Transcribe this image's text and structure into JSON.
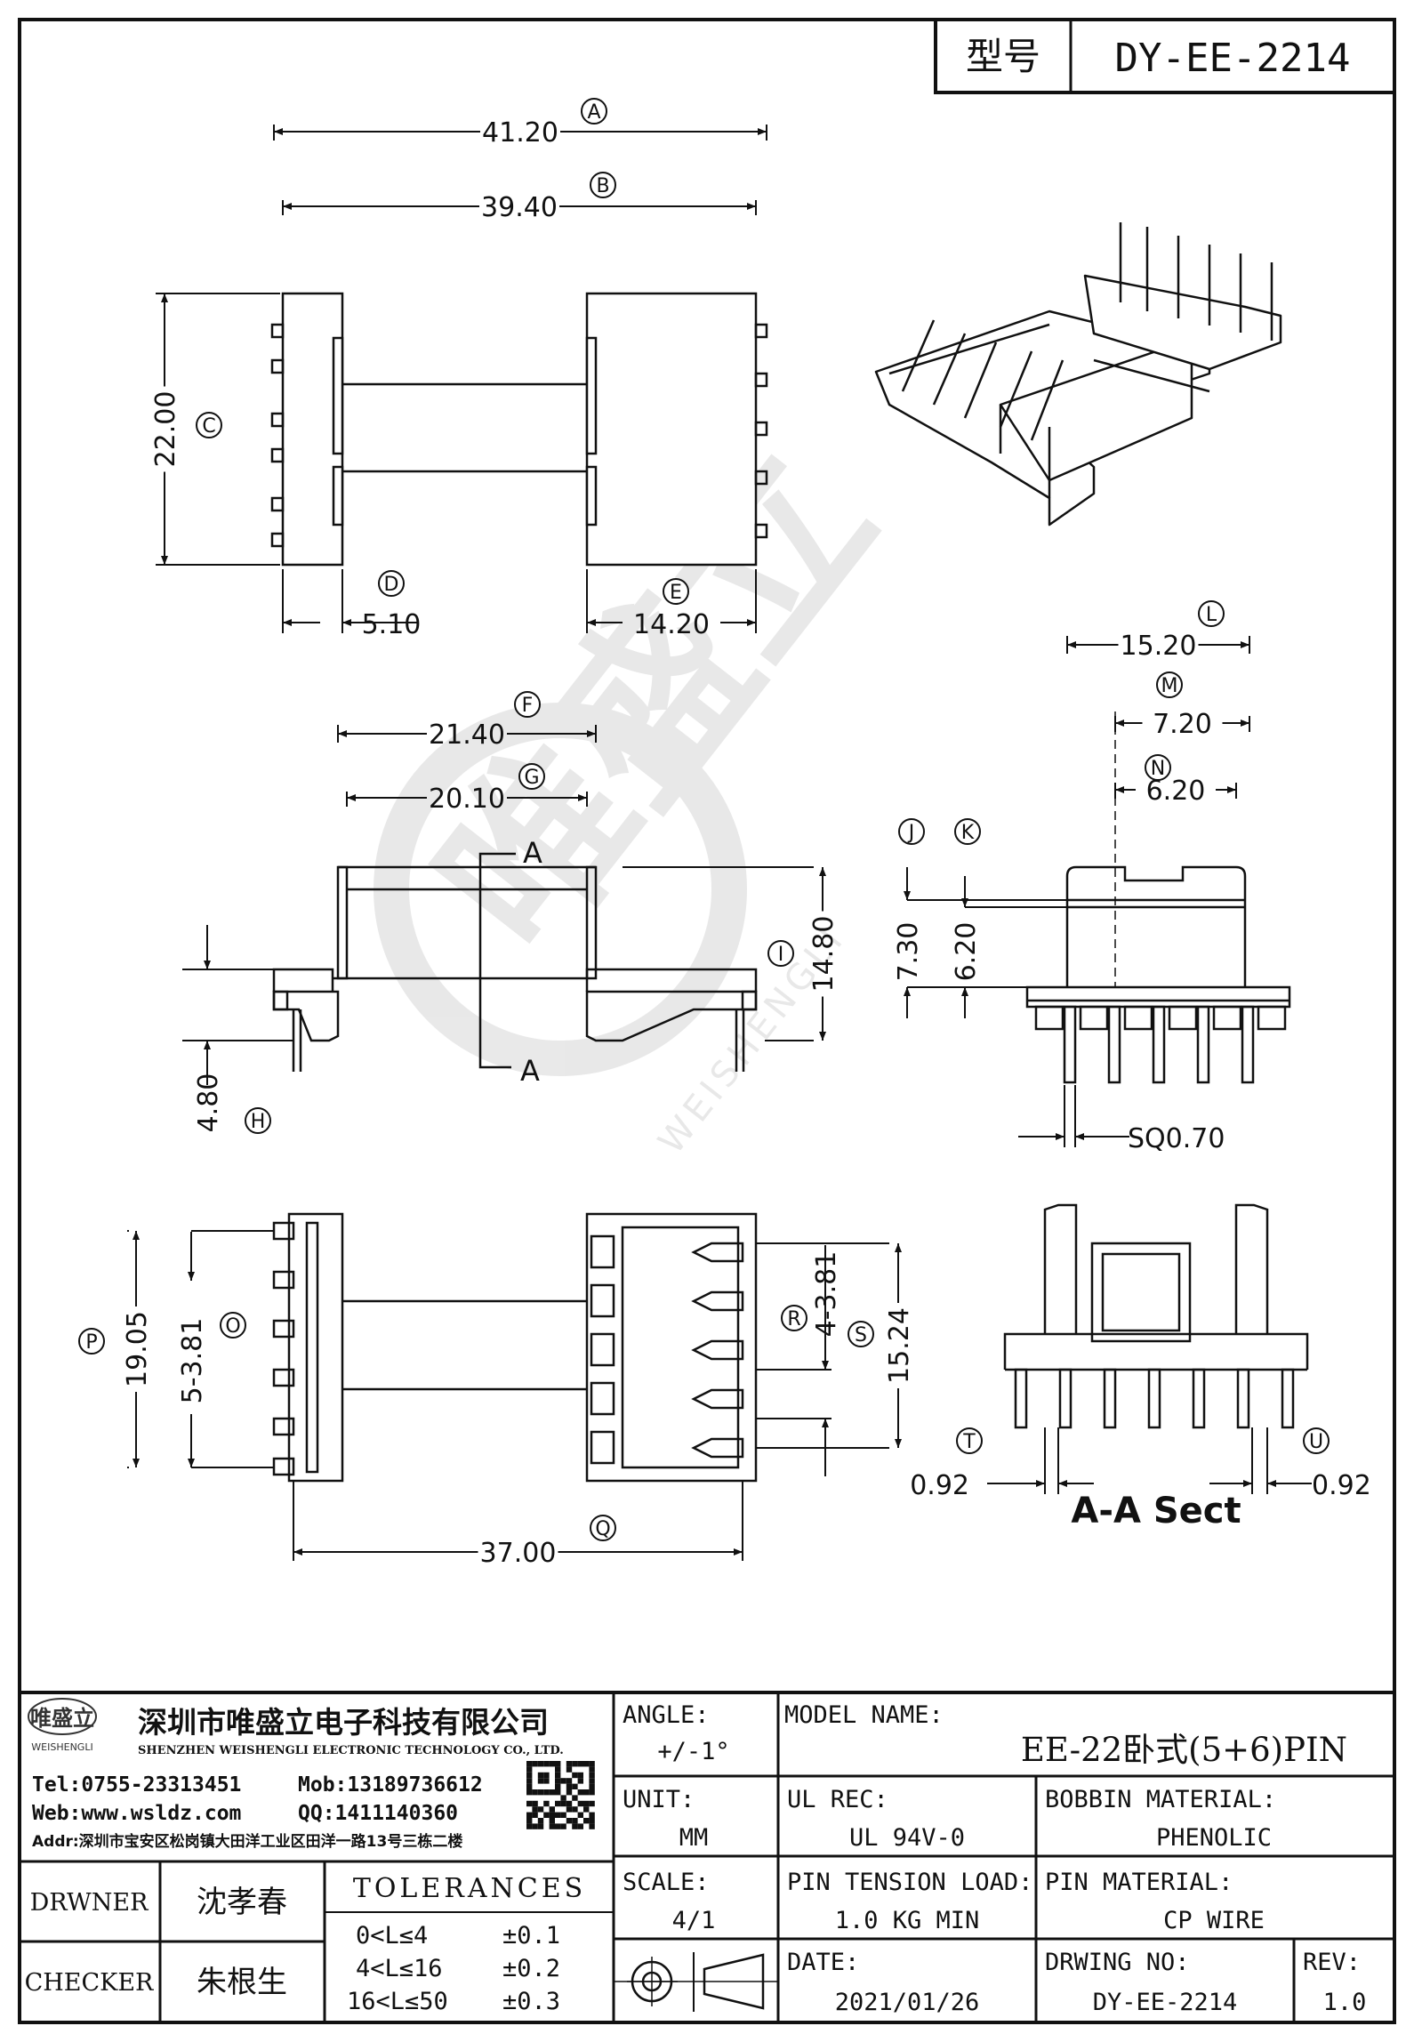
{
  "header": {
    "model_label": "型号",
    "model_no": "DY-EE-2214"
  },
  "dimensions": {
    "A": {
      "letter": "A",
      "value": "41.20"
    },
    "B": {
      "letter": "B",
      "value": "39.40"
    },
    "C": {
      "letter": "C",
      "value": "22.00"
    },
    "D": {
      "letter": "D",
      "value": "5.10"
    },
    "E": {
      "letter": "E",
      "value": "14.20"
    },
    "F": {
      "letter": "F",
      "value": "21.40"
    },
    "G": {
      "letter": "G",
      "value": "20.10"
    },
    "H": {
      "letter": "H",
      "value": "4.80"
    },
    "I": {
      "letter": "I",
      "value": "14.80"
    },
    "J": {
      "letter": "J",
      "value": "7.30"
    },
    "K": {
      "letter": "K",
      "value": "6.20"
    },
    "L": {
      "letter": "L",
      "value": "15.20"
    },
    "M": {
      "letter": "M",
      "value": "7.20"
    },
    "N": {
      "letter": "N",
      "value": "6.20"
    },
    "O": {
      "letter": "O",
      "value": "5-3.81"
    },
    "P": {
      "letter": "P",
      "value": "19.05"
    },
    "Q": {
      "letter": "Q",
      "value": "37.00"
    },
    "R": {
      "letter": "R",
      "value": "4-3.81"
    },
    "S": {
      "letter": "S",
      "value": "15.24"
    },
    "T": {
      "letter": "T",
      "value": "0.92"
    },
    "U": {
      "letter": "U",
      "value": "0.92"
    }
  },
  "pin_label": "SQ0.70",
  "section_mark": "A",
  "section_title": "A-A Sect",
  "watermark": {
    "cn": "唯盛立",
    "en": "WEISHENGLI"
  },
  "company": {
    "logo_cn": "唯盛立",
    "logo_en": "WEISHENGLI",
    "name_cn": "深圳市唯盛立电子科技有限公司",
    "name_en": "SHENZHEN WEISHENGLI ELECTRONIC TECHNOLOGY CO., LTD.",
    "tel": "Tel:0755-23313451",
    "mob": "Mob:13189736612",
    "web": "Web:www.wsldz.com",
    "qq": "QQ:1411140360",
    "addr": "Addr:深圳市宝安区松岗镇大田洋工业区田洋一路13号三栋二楼"
  },
  "title_block": {
    "angle_label": "ANGLE:",
    "angle_value": "+/-1°",
    "model_name_label": "MODEL NAME:",
    "model_name_value": "EE-22卧式(5+6)PIN",
    "unit_label": "UNIT:",
    "unit_value": "MM",
    "ul_label": "UL REC:",
    "ul_value": "UL 94V-0",
    "bobbin_label": "BOBBIN MATERIAL:",
    "bobbin_value": "PHENOLIC",
    "drawer_label": "DRWNER",
    "drawer_value": "沈孝春",
    "checker_label": "CHECKER",
    "checker_value": "朱根生",
    "tolerances_label": "TOLERANCES",
    "tol_rows": [
      {
        "range": "0<L≤4",
        "value": "±0.1"
      },
      {
        "range": "4<L≤16",
        "value": "±0.2"
      },
      {
        "range": "16<L≤50",
        "value": "±0.3"
      }
    ],
    "scale_label": "SCALE:",
    "scale_value": "4/1",
    "pin_tension_label": "PIN TENSION LOAD:",
    "pin_tension_value": "1.0 KG MIN",
    "pin_material_label": "PIN MATERIAL:",
    "pin_material_value": "CP WIRE",
    "date_label": "DATE:",
    "date_value": "2021/01/26",
    "drawing_no_label": "DRWING NO:",
    "drawing_no_value": "DY-EE-2214",
    "rev_label": "REV:",
    "rev_value": "1.0"
  }
}
